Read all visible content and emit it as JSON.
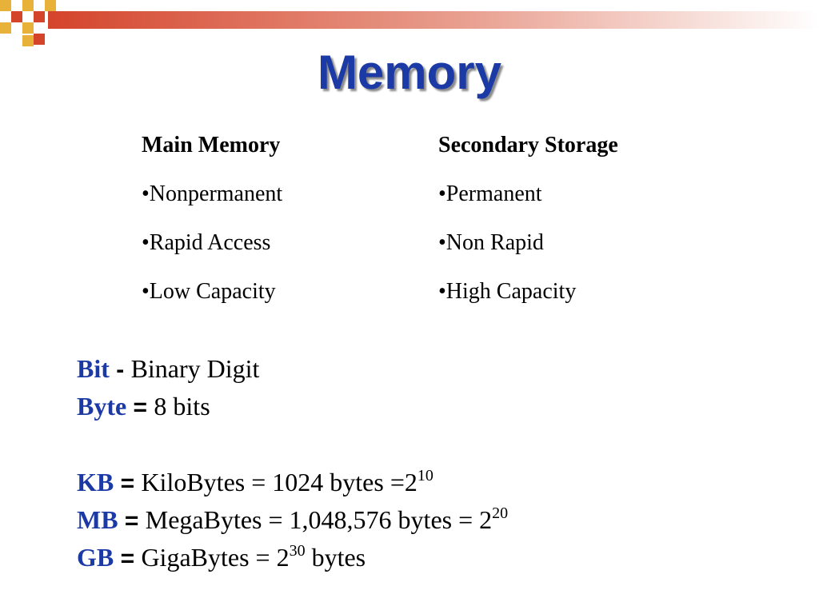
{
  "slide": {
    "title": "Memory",
    "colors": {
      "title": "#1c3aa6",
      "accent": "#d4442b",
      "square": "#e8b13a"
    }
  },
  "columns": [
    {
      "heading": "Main Memory",
      "items": [
        "•Nonpermanent",
        "•Rapid Access",
        "•Low Capacity"
      ]
    },
    {
      "heading": "Secondary Storage",
      "items": [
        "•Permanent",
        "•Non Rapid",
        "•High Capacity"
      ]
    }
  ],
  "definitions": {
    "bit": {
      "term": "Bit",
      "op": " - ",
      "text": "Binary Digit"
    },
    "byte": {
      "term": "Byte",
      "op": " = ",
      "text": "8 bits"
    },
    "kb": {
      "term": "KB",
      "op": " = ",
      "text": "KiloBytes = 1024 bytes =2",
      "exp": "10"
    },
    "mb": {
      "term": "MB",
      "op": " = ",
      "text": "MegaBytes = 1,048,576 bytes = 2",
      "exp": "20"
    },
    "gb": {
      "term": "GB",
      "op": " = ",
      "text": "GigaBytes = 2",
      "exp": "30",
      "after": " bytes"
    }
  }
}
